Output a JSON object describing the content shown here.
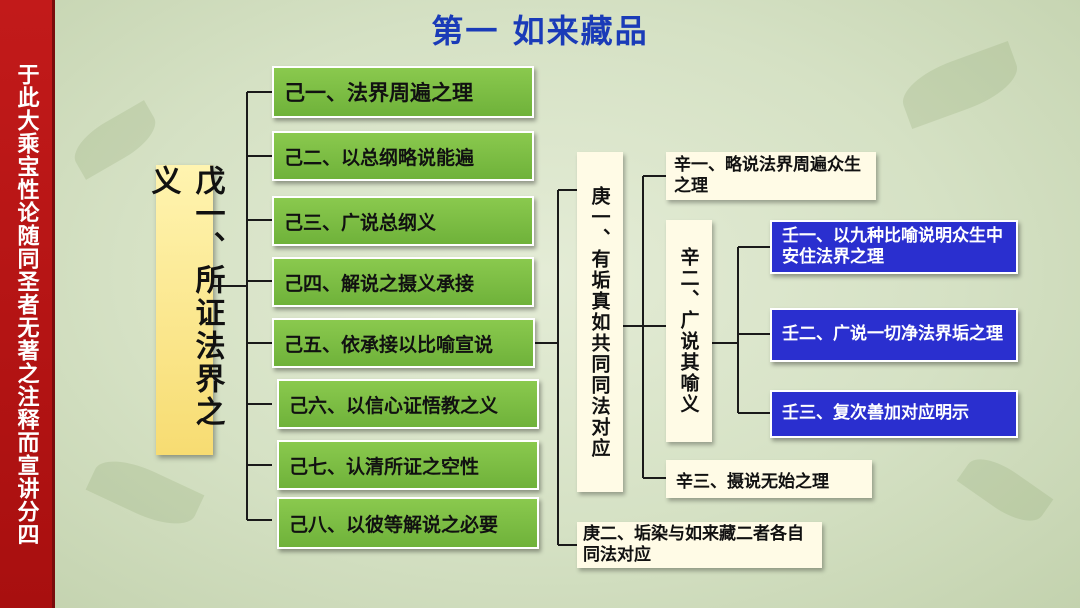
{
  "banner": {
    "text": "于此大乘宝性论随同圣者无著之注释而宣讲分四"
  },
  "title": "第一  如来藏品",
  "root": {
    "label": "戊一、所证法界之义"
  },
  "ji_items": [
    {
      "label": "己一、法界周遍之理"
    },
    {
      "label": "己二、以总纲略说能遍"
    },
    {
      "label": "己三、广说总纲义"
    },
    {
      "label": "己四、解说之摄义承接"
    },
    {
      "label": "己五、依承接以比喻宣说"
    },
    {
      "label": "己六、以信心证悟教之义"
    },
    {
      "label": "己七、认清所证之空性"
    },
    {
      "label": "己八、以彼等解说之必要"
    }
  ],
  "geng": [
    {
      "label": "庚一、有垢真如共同同法对应"
    },
    {
      "label": "庚二、垢染与如来藏二者各自同法对应"
    }
  ],
  "xin": [
    {
      "label": "辛一、略说法界周遍众生之理"
    },
    {
      "label": "辛二、广说其喻义"
    },
    {
      "label": "辛三、摄说无始之理"
    }
  ],
  "ren": [
    {
      "label": "壬一、以九种比喻说明众生中安住法界之理"
    },
    {
      "label": "壬二、广说一切净法界垢之理"
    },
    {
      "label": "壬三、复次善加对应明示"
    }
  ]
}
